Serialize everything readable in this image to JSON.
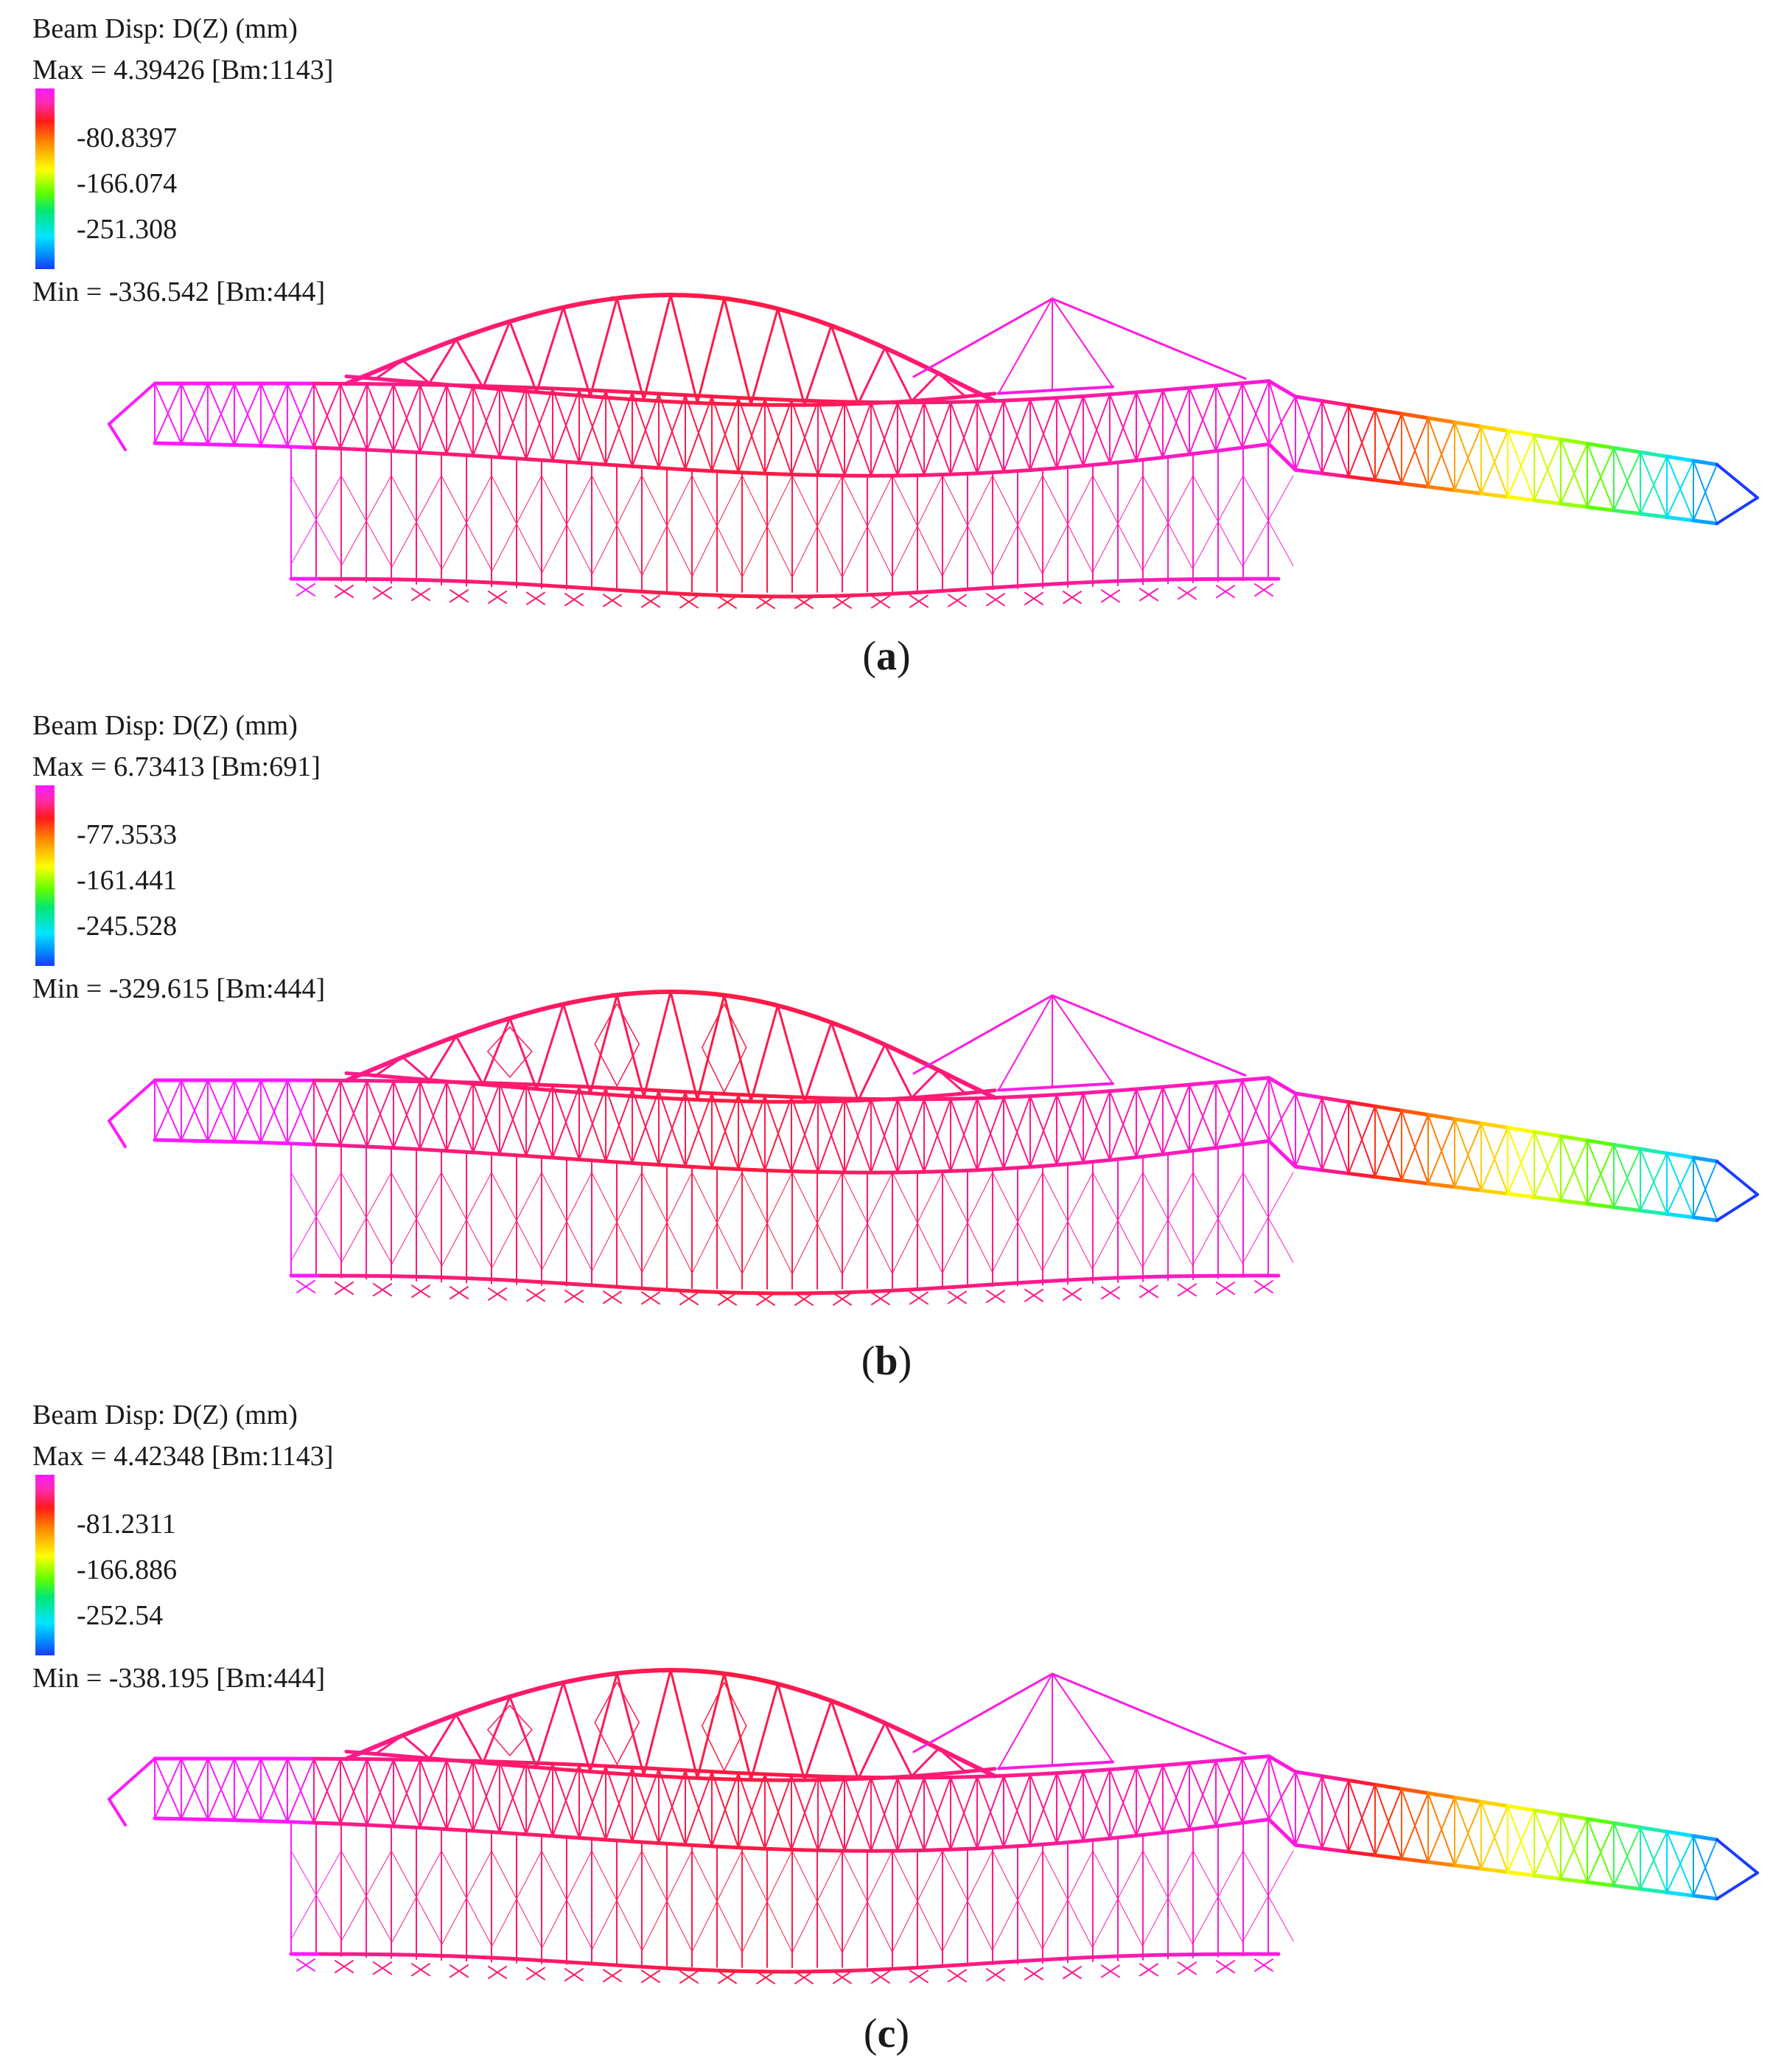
{
  "panels": [
    {
      "id": "a",
      "legend": {
        "title": "Beam Disp: D(Z) (mm)",
        "max": "Max = 4.39426 [Bm:1143]",
        "ticks": [
          "-80.8397",
          "-166.074",
          "-251.308"
        ],
        "min": "Min = -336.542 [Bm:444]"
      },
      "caption_letter": "a"
    },
    {
      "id": "b",
      "legend": {
        "title": "Beam Disp: D(Z) (mm)",
        "max": "Max = 6.73413 [Bm:691]",
        "ticks": [
          "-77.3533",
          "-161.441",
          "-245.528"
        ],
        "min": "Min = -329.615 [Bm:444]"
      },
      "caption_letter": "b"
    },
    {
      "id": "c",
      "legend": {
        "title": "Beam Disp: D(Z) (mm)",
        "max": "Max = 4.42348 [Bm:1143]",
        "ticks": [
          "-81.2311",
          "-166.886",
          "-252.54"
        ],
        "min": "Min = -338.195 [Bm:444]"
      },
      "caption_letter": "c"
    }
  ],
  "colorscale": [
    "#ff1aff",
    "#ff1a1a",
    "#ff8a00",
    "#ffff00",
    "#5cff00",
    "#00e5ff",
    "#1a3cff"
  ]
}
